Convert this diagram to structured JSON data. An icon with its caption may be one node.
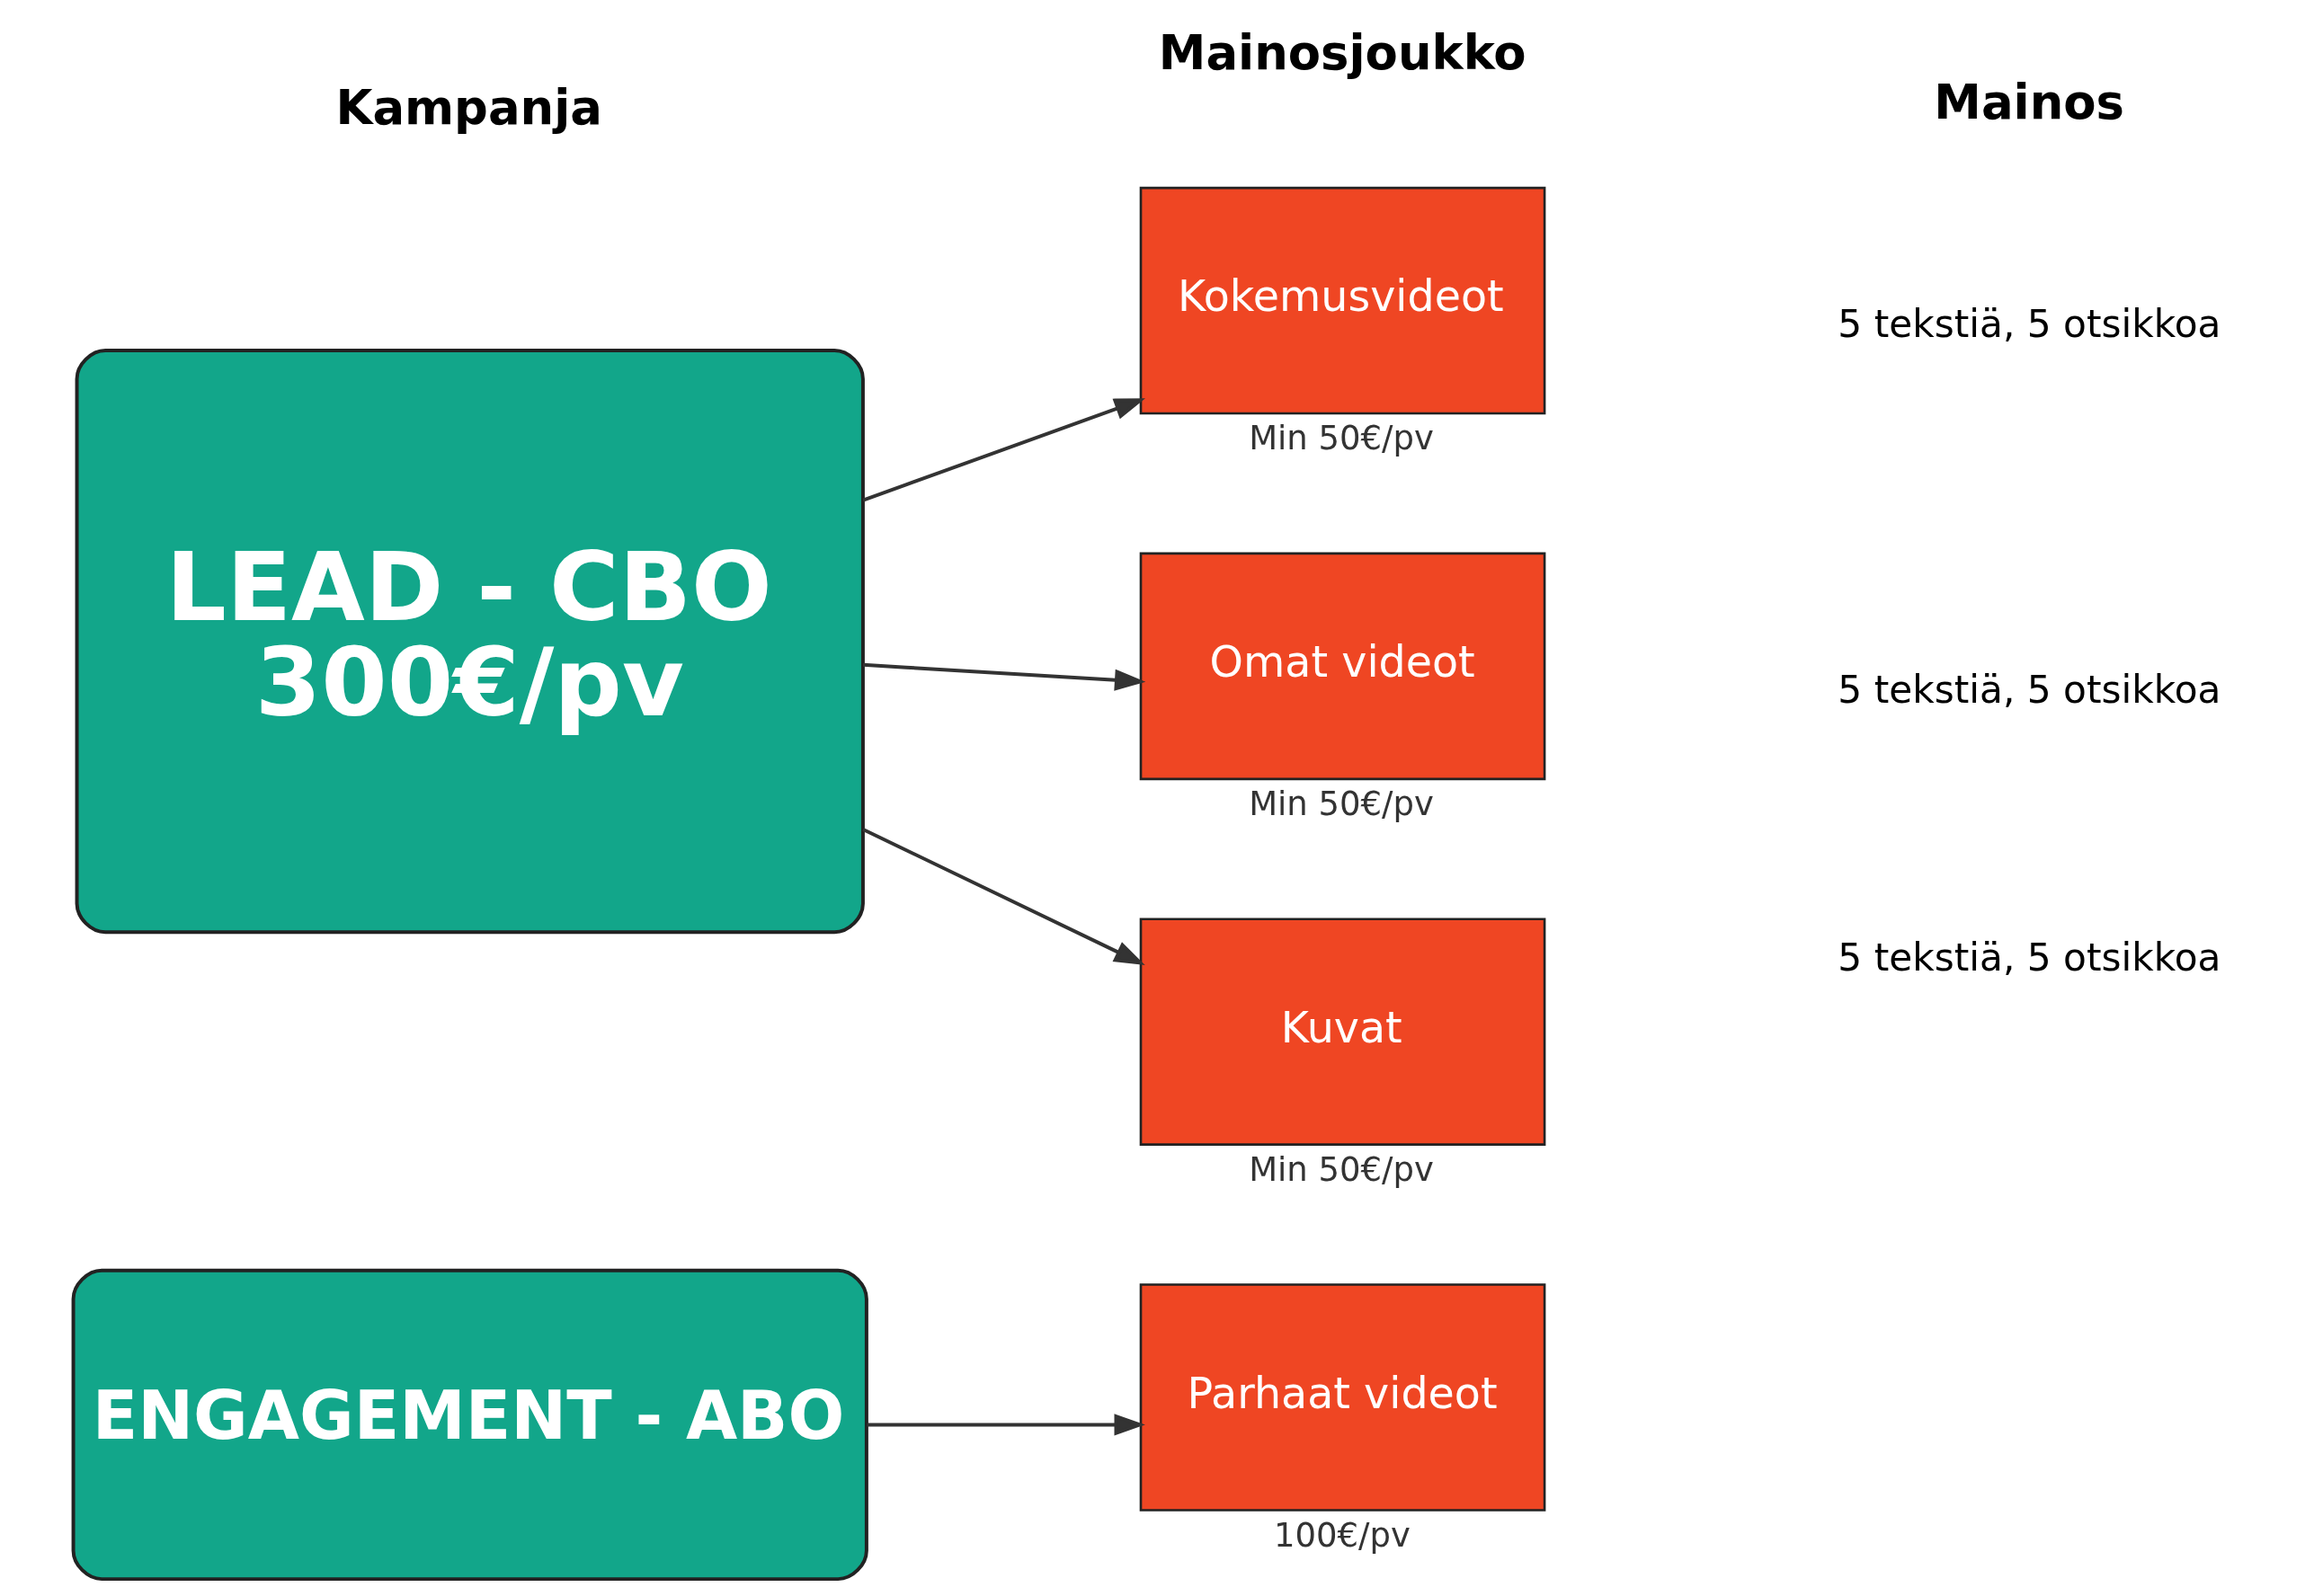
{
  "diagram": {
    "nodes": [
      {
        "text": [
          "LEAD - CBO",
          "300€/pv"
        ]
      },
      {
        "text": [
          "Kokemusvideot"
        ],
        "beside": [
          "Min 50€/pv"
        ]
      },
      {
        "text": [
          "Omat videot"
        ],
        "beside": [
          "Min 50€/pv"
        ]
      },
      {
        "text": [
          "Kuvat"
        ],
        "beside": [
          "Min 50€/pv"
        ]
      },
      {
        "text": [
          "ENGAGEMENT - ABO"
        ]
      },
      {
        "text": [
          "Parhaat videot"
        ],
        "beside": [
          "100€/pv"
        ]
      }
    ],
    "edges": [
      {
        "from": 0,
        "to": 1,
        "arrow": "to"
      },
      {
        "from": 0,
        "to": 2,
        "arrow": "to"
      },
      {
        "from": 0,
        "to": 3,
        "arrow": "to"
      },
      {
        "from": 4,
        "to": 5,
        "arrow": "to"
      }
    ],
    "labels": [
      "Kampanja",
      "Mainosjoukko",
      "Mainos",
      "5 tekstiä, 5 otsikkoa",
      "5 tekstiä, 5 otsikkoa",
      "5 tekstiä, 5 otsikkoa"
    ]
  }
}
